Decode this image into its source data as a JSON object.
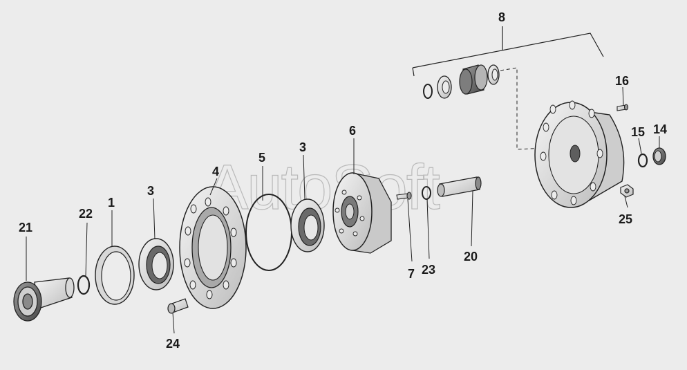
{
  "watermark": "AutoSoft",
  "callouts": {
    "c1": "1",
    "c3a": "3",
    "c3b": "3",
    "c4": "4",
    "c5": "5",
    "c6": "6",
    "c7": "7",
    "c8": "8",
    "c14": "14",
    "c15": "15",
    "c16": "16",
    "c20": "20",
    "c21": "21",
    "c22": "22",
    "c23": "23",
    "c24": "24",
    "c25": "25"
  }
}
